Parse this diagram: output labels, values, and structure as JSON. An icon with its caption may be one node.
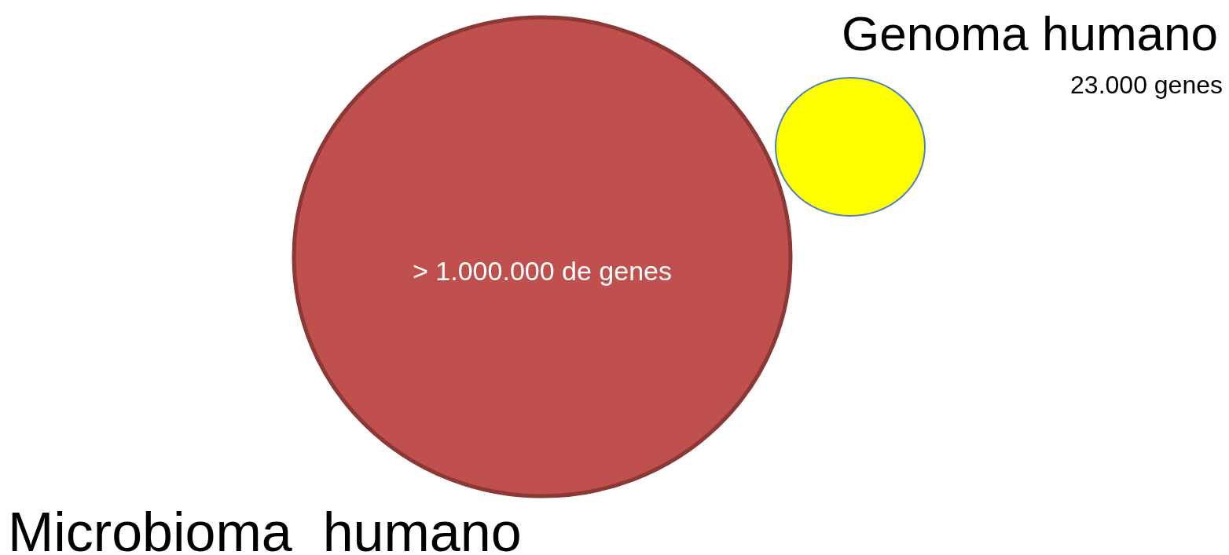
{
  "diagram": {
    "nodes": [
      {
        "text": [
          "> 1.000.000 de genes",
          "Microbioma  humano"
        ]
      },
      {
        "text": [
          "Genoma humano",
          "23.000 genes"
        ]
      }
    ],
    "edges": []
  }
}
